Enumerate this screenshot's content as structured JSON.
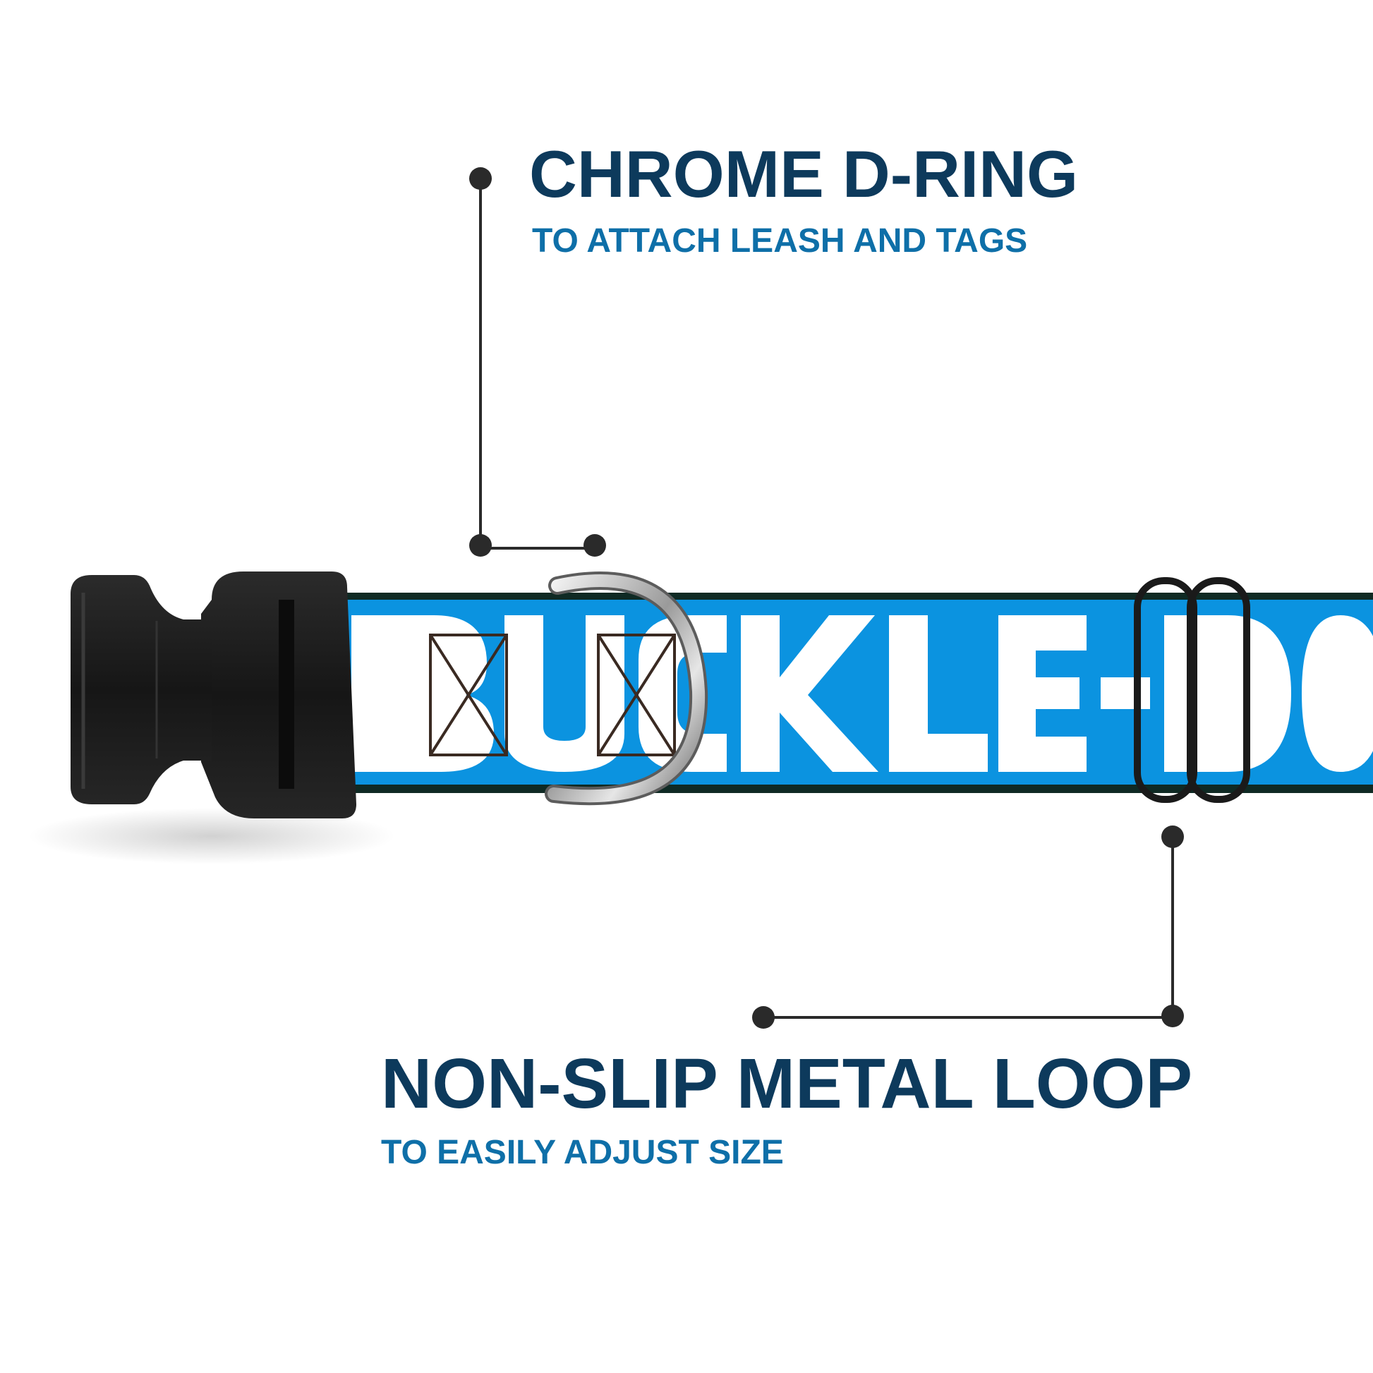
{
  "colors": {
    "title": "#0d3a5c",
    "subtitle": "#0e6fa8",
    "collar_blue": "#0b93e0",
    "collar_white": "#ffffff",
    "buckle": "#1c1c1c",
    "leader_line": "#2a2a2a"
  },
  "callouts": {
    "dring": {
      "title": "CHROME D-RING",
      "subtitle": "TO ATTACH LEASH AND TAGS"
    },
    "loop": {
      "title": "NON-SLIP METAL LOOP",
      "subtitle": "TO EASILY ADJUST SIZE"
    }
  },
  "product": {
    "collar_print": "BUCKLE-DOWN"
  }
}
